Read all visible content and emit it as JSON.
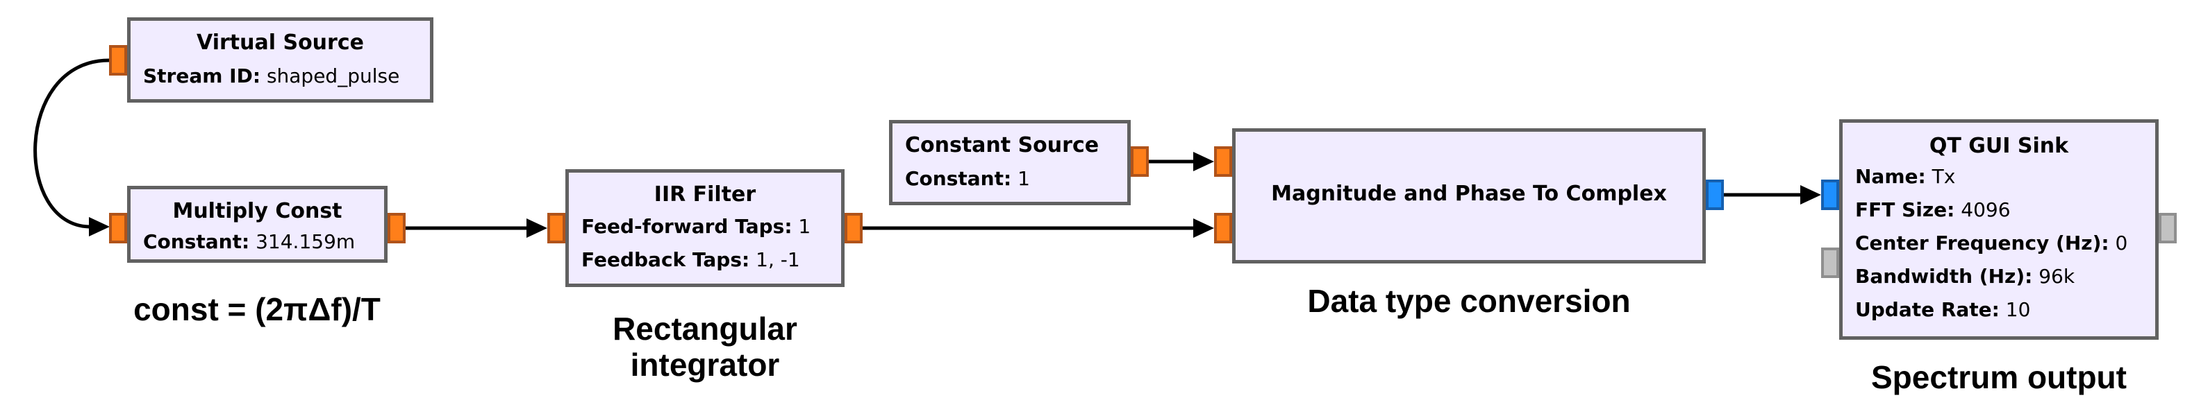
{
  "blocks": {
    "virtual_source": {
      "title": "Virtual Source",
      "params": [
        {
          "key": "Stream ID:",
          "value": "shaped_pulse"
        }
      ]
    },
    "multiply_const": {
      "title": "Multiply Const",
      "params": [
        {
          "key": "Constant:",
          "value": "314.159m"
        }
      ]
    },
    "iir_filter": {
      "title": "IIR Filter",
      "params": [
        {
          "key": "Feed-forward Taps:",
          "value": "1"
        },
        {
          "key": "Feedback Taps:",
          "value": "1, -1"
        }
      ]
    },
    "constant_source": {
      "title": "Constant Source",
      "params": [
        {
          "key": "Constant:",
          "value": "1"
        }
      ]
    },
    "mag_phase": {
      "title": "Magnitude and Phase To Complex"
    },
    "qt_gui_sink": {
      "title": "QT GUI Sink",
      "params": [
        {
          "key": "Name:",
          "value": "Tx"
        },
        {
          "key": "FFT Size:",
          "value": "4096"
        },
        {
          "key": "Center Frequency (Hz):",
          "value": "0"
        },
        {
          "key": "Bandwidth (Hz):",
          "value": "96k"
        },
        {
          "key": "Update Rate:",
          "value": "10"
        }
      ]
    }
  },
  "captions": {
    "const_formula": "const = (2πΔf)/T",
    "rect_integrator": [
      "Rectangular",
      "integrator"
    ],
    "data_type_conversion": "Data type conversion",
    "spectrum_output": "Spectrum output"
  },
  "colors": {
    "block_fill": "#f1ecff",
    "block_border": "#616161",
    "port_float": "#ff7f1a",
    "port_complex": "#1e90ff",
    "port_disabled": "#c2c2c2"
  }
}
